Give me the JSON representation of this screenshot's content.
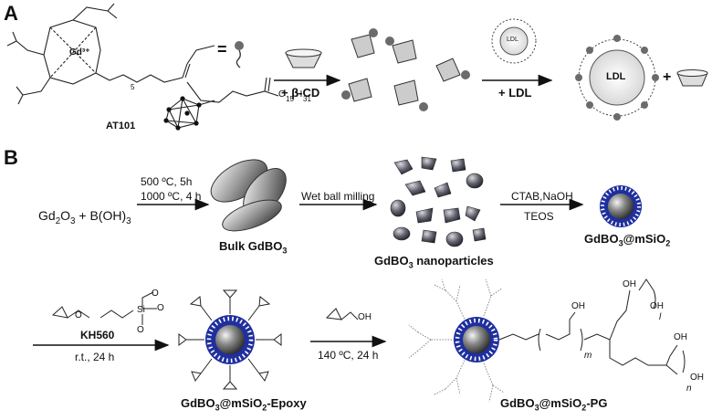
{
  "panels": {
    "a": "A",
    "b": "B"
  },
  "panel_a": {
    "compound_label": "AT101",
    "metal_label": "Gd³⁺",
    "tail_sub_5": "5",
    "tail_sub_c": "C",
    "tail_sub_15": "15",
    "tail_sub_h": "H",
    "tail_sub_31": "31",
    "equals": "=",
    "step1_reagent": "+ β-CD",
    "step2_reagent": "+ LDL",
    "ldl_small": "LDL",
    "ldl_large": "LDL",
    "plus": "+"
  },
  "panel_b": {
    "reactants_html": "Gd<sub>2</sub>O<sub>3</sub> + B(OH)<sub>3</sub>",
    "cond1_line1": "500 ºC, 5h",
    "cond1_line2": "1000 ºC, 4 h",
    "bulk_html": "Bulk GdBO<sub>3</sub>",
    "milling": "Wet ball milling",
    "nano_html": "GdBO<sub>3</sub> nanoparticles",
    "cond2_line1": "CTAB,NaOH",
    "cond2_line2": "TEOS",
    "msio_html": "GdBO<sub>3</sub>@mSiO<sub>2</sub>",
    "kh560": "KH560",
    "cond3": "r.t., 24 h",
    "si_label": "Si",
    "o_label": "O",
    "epoxy_html": "GdBO<sub>3</sub>@mSiO<sub>2</sub>-Epoxy",
    "oh_label": "OH",
    "cond4": "140 ºC, 24 h",
    "pg_html": "GdBO<sub>3</sub>@mSiO<sub>2</sub>-PG",
    "m_label": "m",
    "n_label": "n",
    "l_label": "l"
  },
  "colors": {
    "core_blue": "#1f2f9e",
    "nano_gray": "#5a5a66",
    "line": "#222222"
  }
}
